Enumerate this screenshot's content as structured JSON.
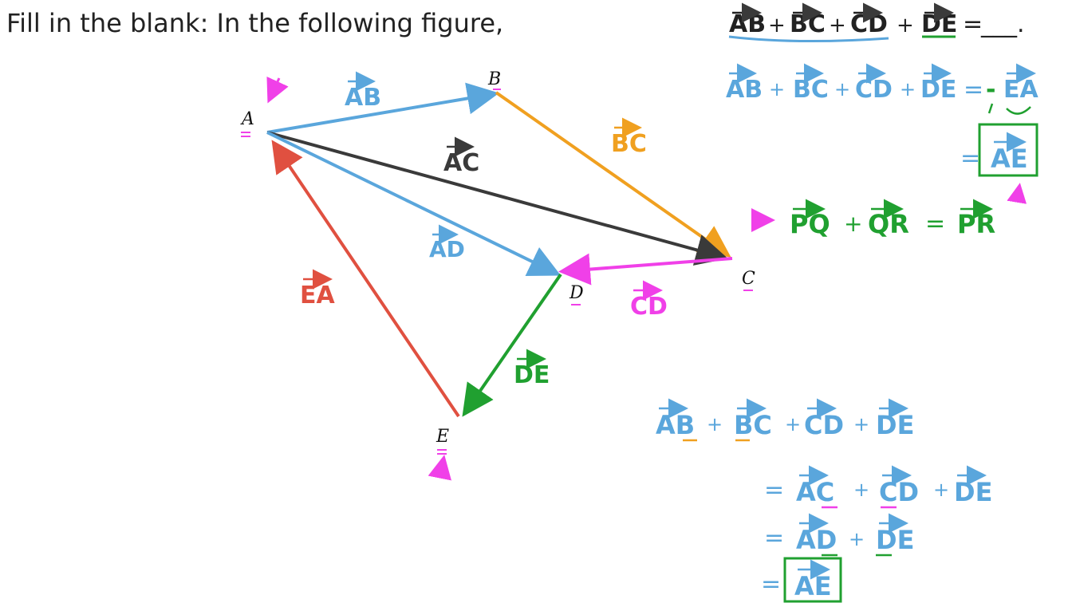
{
  "question": {
    "prefix": "Fill in the blank: In the following figure,",
    "terms": [
      "AB",
      "BC",
      "CD",
      "DE"
    ],
    "equals": "=",
    "blank": "___."
  },
  "points": {
    "A": "A",
    "B": "B",
    "C": "C",
    "D": "D",
    "E": "E"
  },
  "vector_labels": {
    "AB": "AB",
    "BC": "BC",
    "AC": "AC",
    "AD": "AD",
    "CD": "CD",
    "DE": "DE",
    "EA": "EA"
  },
  "method1": {
    "terms": [
      "AB",
      "BC",
      "CD",
      "DE"
    ],
    "equals": "=",
    "minus": "-",
    "rhs": "EA",
    "answer": "AE"
  },
  "rule": {
    "p1": "PQ",
    "p2": "QR",
    "result": "PR"
  },
  "method2": {
    "line1": [
      "AB",
      "BC",
      "CD",
      "DE"
    ],
    "line2": [
      "AC",
      "CD",
      "DE"
    ],
    "line3": [
      "AD",
      "DE"
    ],
    "answer": "AE",
    "equals": "="
  },
  "colors": {
    "ink": "#222222",
    "blue": "#5aa6dc",
    "orange": "#f0a020",
    "dark": "#3a3a3a",
    "magenta": "#f040e8",
    "green": "#20a030",
    "red": "#e05040"
  }
}
